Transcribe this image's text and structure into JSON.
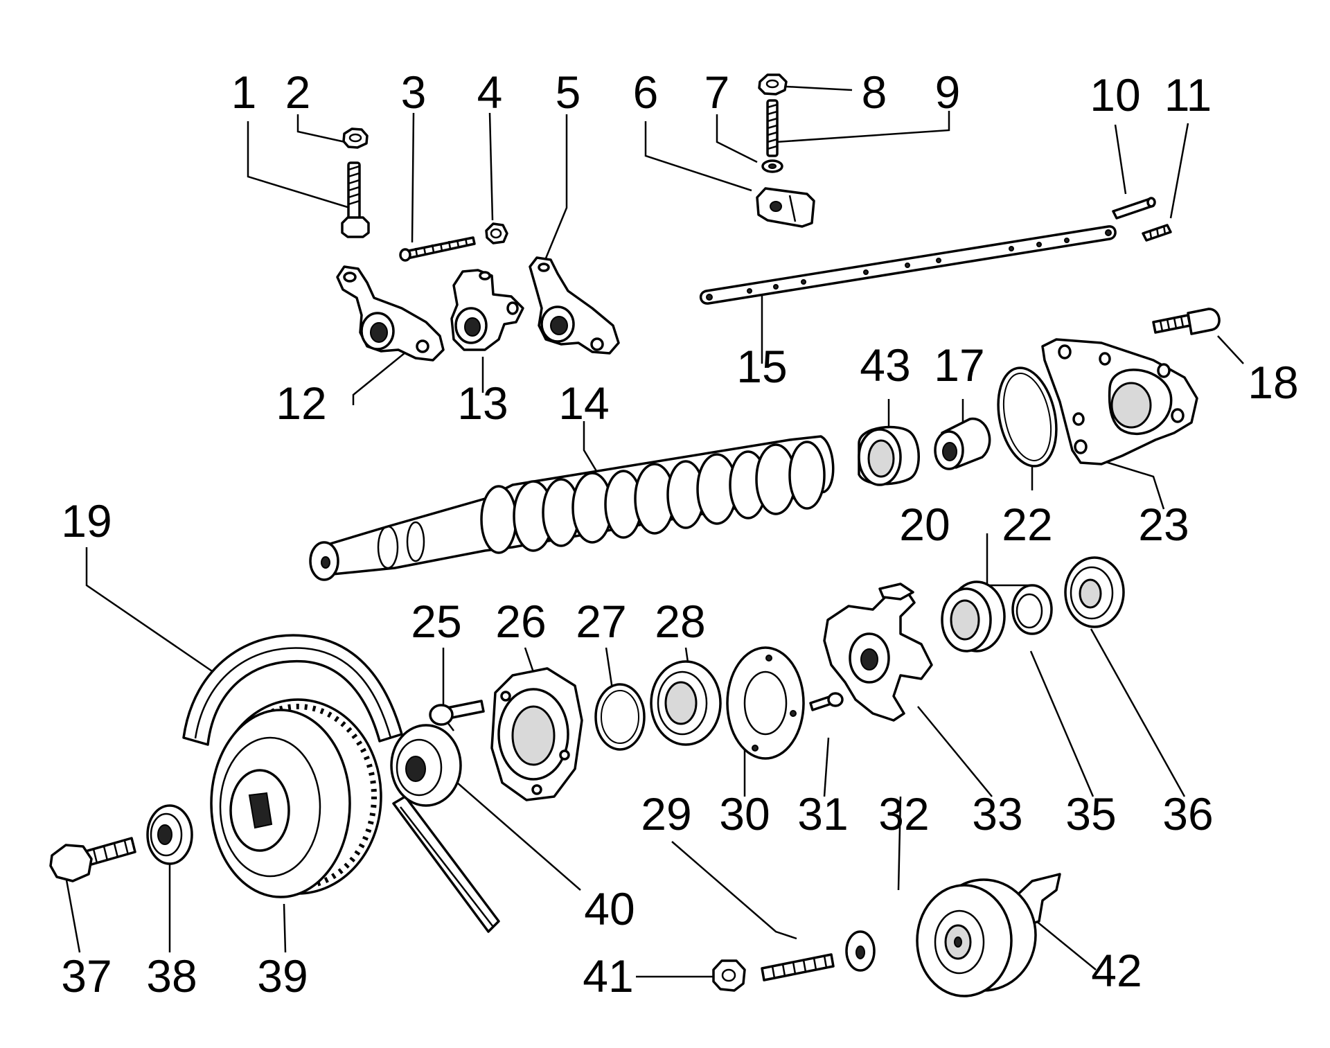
{
  "callouts": [
    "1",
    "2",
    "3",
    "4",
    "5",
    "6",
    "7",
    "8",
    "9",
    "10",
    "11",
    "12",
    "13",
    "14",
    "15",
    "17",
    "18",
    "19",
    "20",
    "22",
    "23",
    "25",
    "26",
    "27",
    "28",
    "29",
    "30",
    "31",
    "32",
    "33",
    "35",
    "36",
    "37",
    "38",
    "39",
    "40",
    "41",
    "42",
    "43"
  ]
}
